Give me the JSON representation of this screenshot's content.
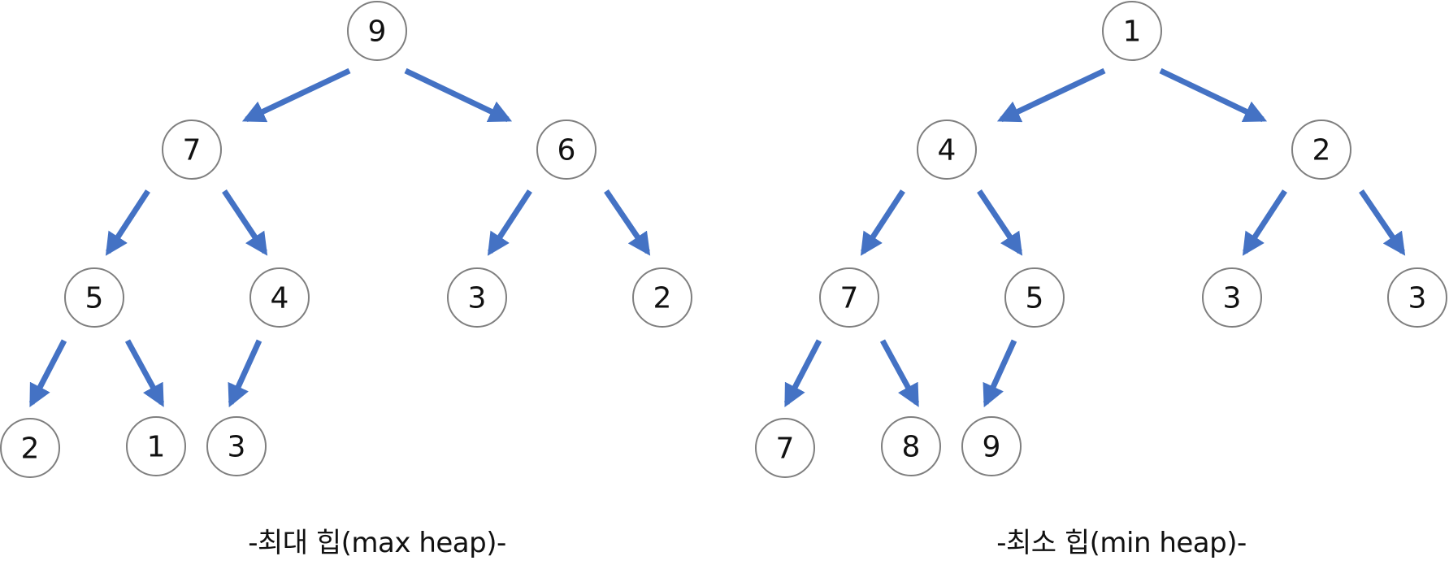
{
  "colors": {
    "arrow": "#4472c4",
    "node_stroke": "#7f7f7f",
    "text": "#111111"
  },
  "max_heap": {
    "caption": "-최대 힙(max heap)-",
    "nodes": [
      "9",
      "7",
      "6",
      "5",
      "4",
      "3",
      "2",
      "2",
      "1",
      "3"
    ]
  },
  "min_heap": {
    "caption": "-최소 힙(min heap)-",
    "nodes": [
      "1",
      "4",
      "2",
      "7",
      "5",
      "3",
      "3",
      "7",
      "8",
      "9"
    ]
  }
}
